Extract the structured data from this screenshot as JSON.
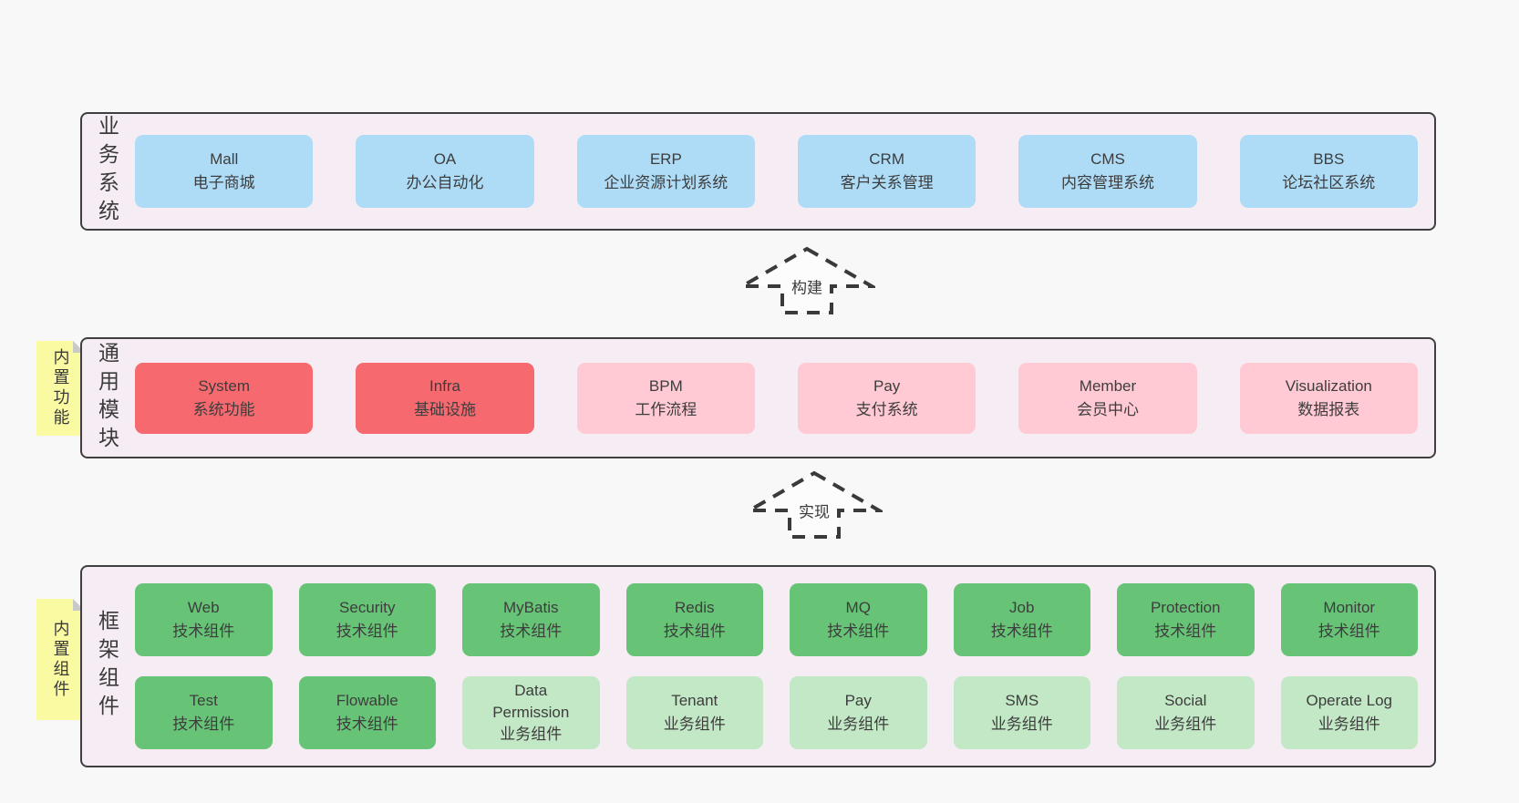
{
  "colors": {
    "page_bg": "#f8f8f8",
    "panel_bg": "#f6ecf4",
    "panel_border": "#3f3f3f",
    "blue_box": "#aedcf7",
    "red_box": "#f5696f",
    "pink_box": "#ffcad4",
    "green_box": "#67c476",
    "light_green_box": "#c3e8c6",
    "note_yellow": "#fafaa2",
    "note_fold_gray": "#c9c9c9",
    "text": "#3d3d3d"
  },
  "business": {
    "label": "业务系统",
    "items": [
      {
        "name": "Mall",
        "desc": "电子商城",
        "variant": "blue"
      },
      {
        "name": "OA",
        "desc": "办公自动化",
        "variant": "blue"
      },
      {
        "name": "ERP",
        "desc": "企业资源计划系统",
        "variant": "blue"
      },
      {
        "name": "CRM",
        "desc": "客户关系管理",
        "variant": "blue"
      },
      {
        "name": "CMS",
        "desc": "内容管理系统",
        "variant": "blue"
      },
      {
        "name": "BBS",
        "desc": "论坛社区系统",
        "variant": "blue"
      }
    ]
  },
  "build_arrow": {
    "label": "构建"
  },
  "modules": {
    "note": "内置功能",
    "label": "通用模块",
    "items": [
      {
        "name": "System",
        "desc": "系统功能",
        "variant": "red"
      },
      {
        "name": "Infra",
        "desc": "基础设施",
        "variant": "red"
      },
      {
        "name": "BPM",
        "desc": "工作流程",
        "variant": "pink"
      },
      {
        "name": "Pay",
        "desc": "支付系统",
        "variant": "pink"
      },
      {
        "name": "Member",
        "desc": "会员中心",
        "variant": "pink"
      },
      {
        "name": "Visualization",
        "desc": "数据报表",
        "variant": "pink"
      }
    ]
  },
  "implement_arrow": {
    "label": "实现"
  },
  "components": {
    "note": "内置组件",
    "label": "框架组件",
    "row1": [
      {
        "name": "Web",
        "desc": "技术组件",
        "variant": "green"
      },
      {
        "name": "Security",
        "desc": "技术组件",
        "variant": "green"
      },
      {
        "name": "MyBatis",
        "desc": "技术组件",
        "variant": "green"
      },
      {
        "name": "Redis",
        "desc": "技术组件",
        "variant": "green"
      },
      {
        "name": "MQ",
        "desc": "技术组件",
        "variant": "green"
      },
      {
        "name": "Job",
        "desc": "技术组件",
        "variant": "green"
      },
      {
        "name": "Protection",
        "desc": "技术组件",
        "variant": "green"
      },
      {
        "name": "Monitor",
        "desc": "技术组件",
        "variant": "green"
      }
    ],
    "row2": [
      {
        "name": "Test",
        "desc": "技术组件",
        "variant": "green"
      },
      {
        "name": "Flowable",
        "desc": "技术组件",
        "variant": "green"
      },
      {
        "name": "Data Permission",
        "desc": "业务组件",
        "variant": "lightgreen"
      },
      {
        "name": "Tenant",
        "desc": "业务组件",
        "variant": "lightgreen"
      },
      {
        "name": "Pay",
        "desc": "业务组件",
        "variant": "lightgreen"
      },
      {
        "name": "SMS",
        "desc": "业务组件",
        "variant": "lightgreen"
      },
      {
        "name": "Social",
        "desc": "业务组件",
        "variant": "lightgreen"
      },
      {
        "name": "Operate Log",
        "desc": "业务组件",
        "variant": "lightgreen"
      }
    ]
  }
}
